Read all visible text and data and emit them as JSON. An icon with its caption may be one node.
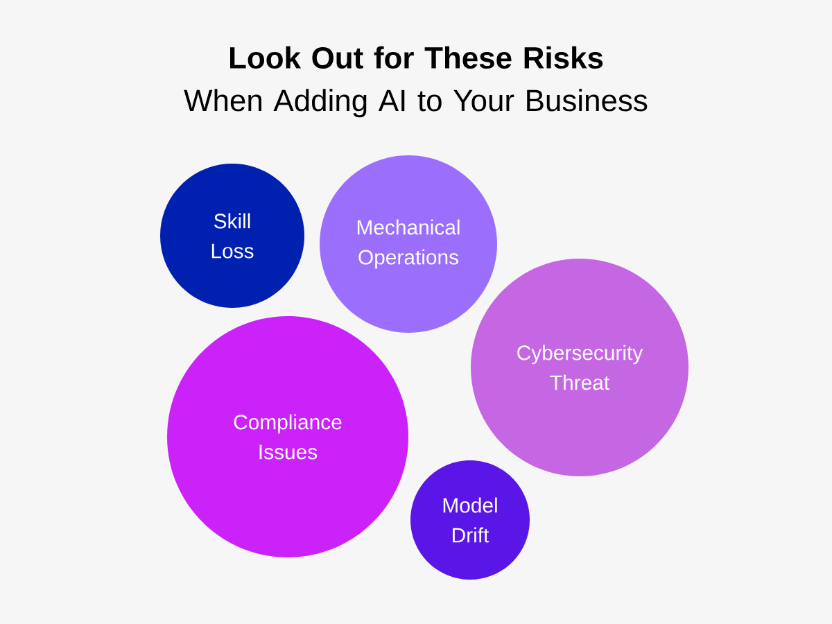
{
  "diagram": {
    "title": "**Look Out for These Risks** When Adding AI to Your Business",
    "nodes": [
      {
        "text": [
          "Skill Loss"
        ]
      },
      {
        "text": [
          "Mechanical Operations"
        ]
      },
      {
        "text": [
          "Cybersecurity Threat"
        ]
      },
      {
        "text": [
          "Compliance Issues"
        ]
      },
      {
        "text": [
          "Model Drift"
        ]
      }
    ]
  }
}
